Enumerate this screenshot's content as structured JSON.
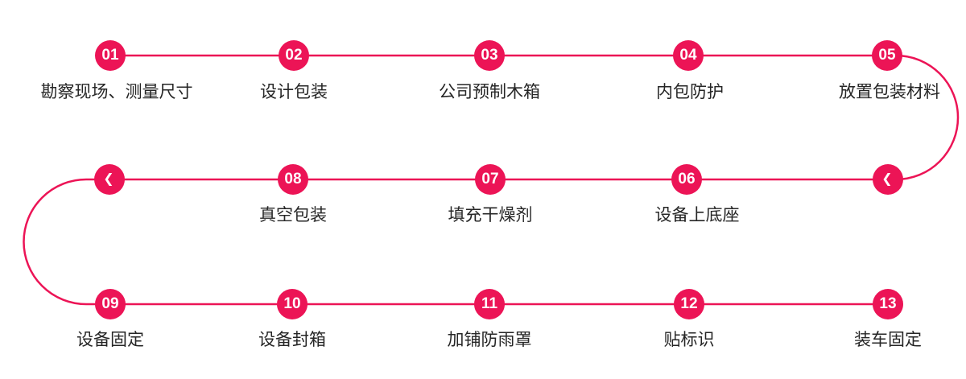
{
  "colors": {
    "accent": "#EC1456",
    "label_text": "#262626",
    "number_text": "#FFFFFF",
    "background": "#FFFFFF"
  },
  "icons": {
    "chevron_left": "❮"
  },
  "steps": [
    {
      "number": "01",
      "label": "勘察现场、测量尺寸"
    },
    {
      "number": "02",
      "label": "设计包装"
    },
    {
      "number": "03",
      "label": "公司预制木箱"
    },
    {
      "number": "04",
      "label": "内包防护"
    },
    {
      "number": "05",
      "label": "放置包装材料"
    },
    {
      "number": "06",
      "label": "设备上底座"
    },
    {
      "number": "07",
      "label": "填充干燥剂"
    },
    {
      "number": "08",
      "label": "真空包装"
    },
    {
      "number": "09",
      "label": "设备固定"
    },
    {
      "number": "10",
      "label": "设备封箱"
    },
    {
      "number": "11",
      "label": "加铺防雨罩"
    },
    {
      "number": "12",
      "label": "贴标识"
    },
    {
      "number": "13",
      "label": "装车固定"
    }
  ]
}
